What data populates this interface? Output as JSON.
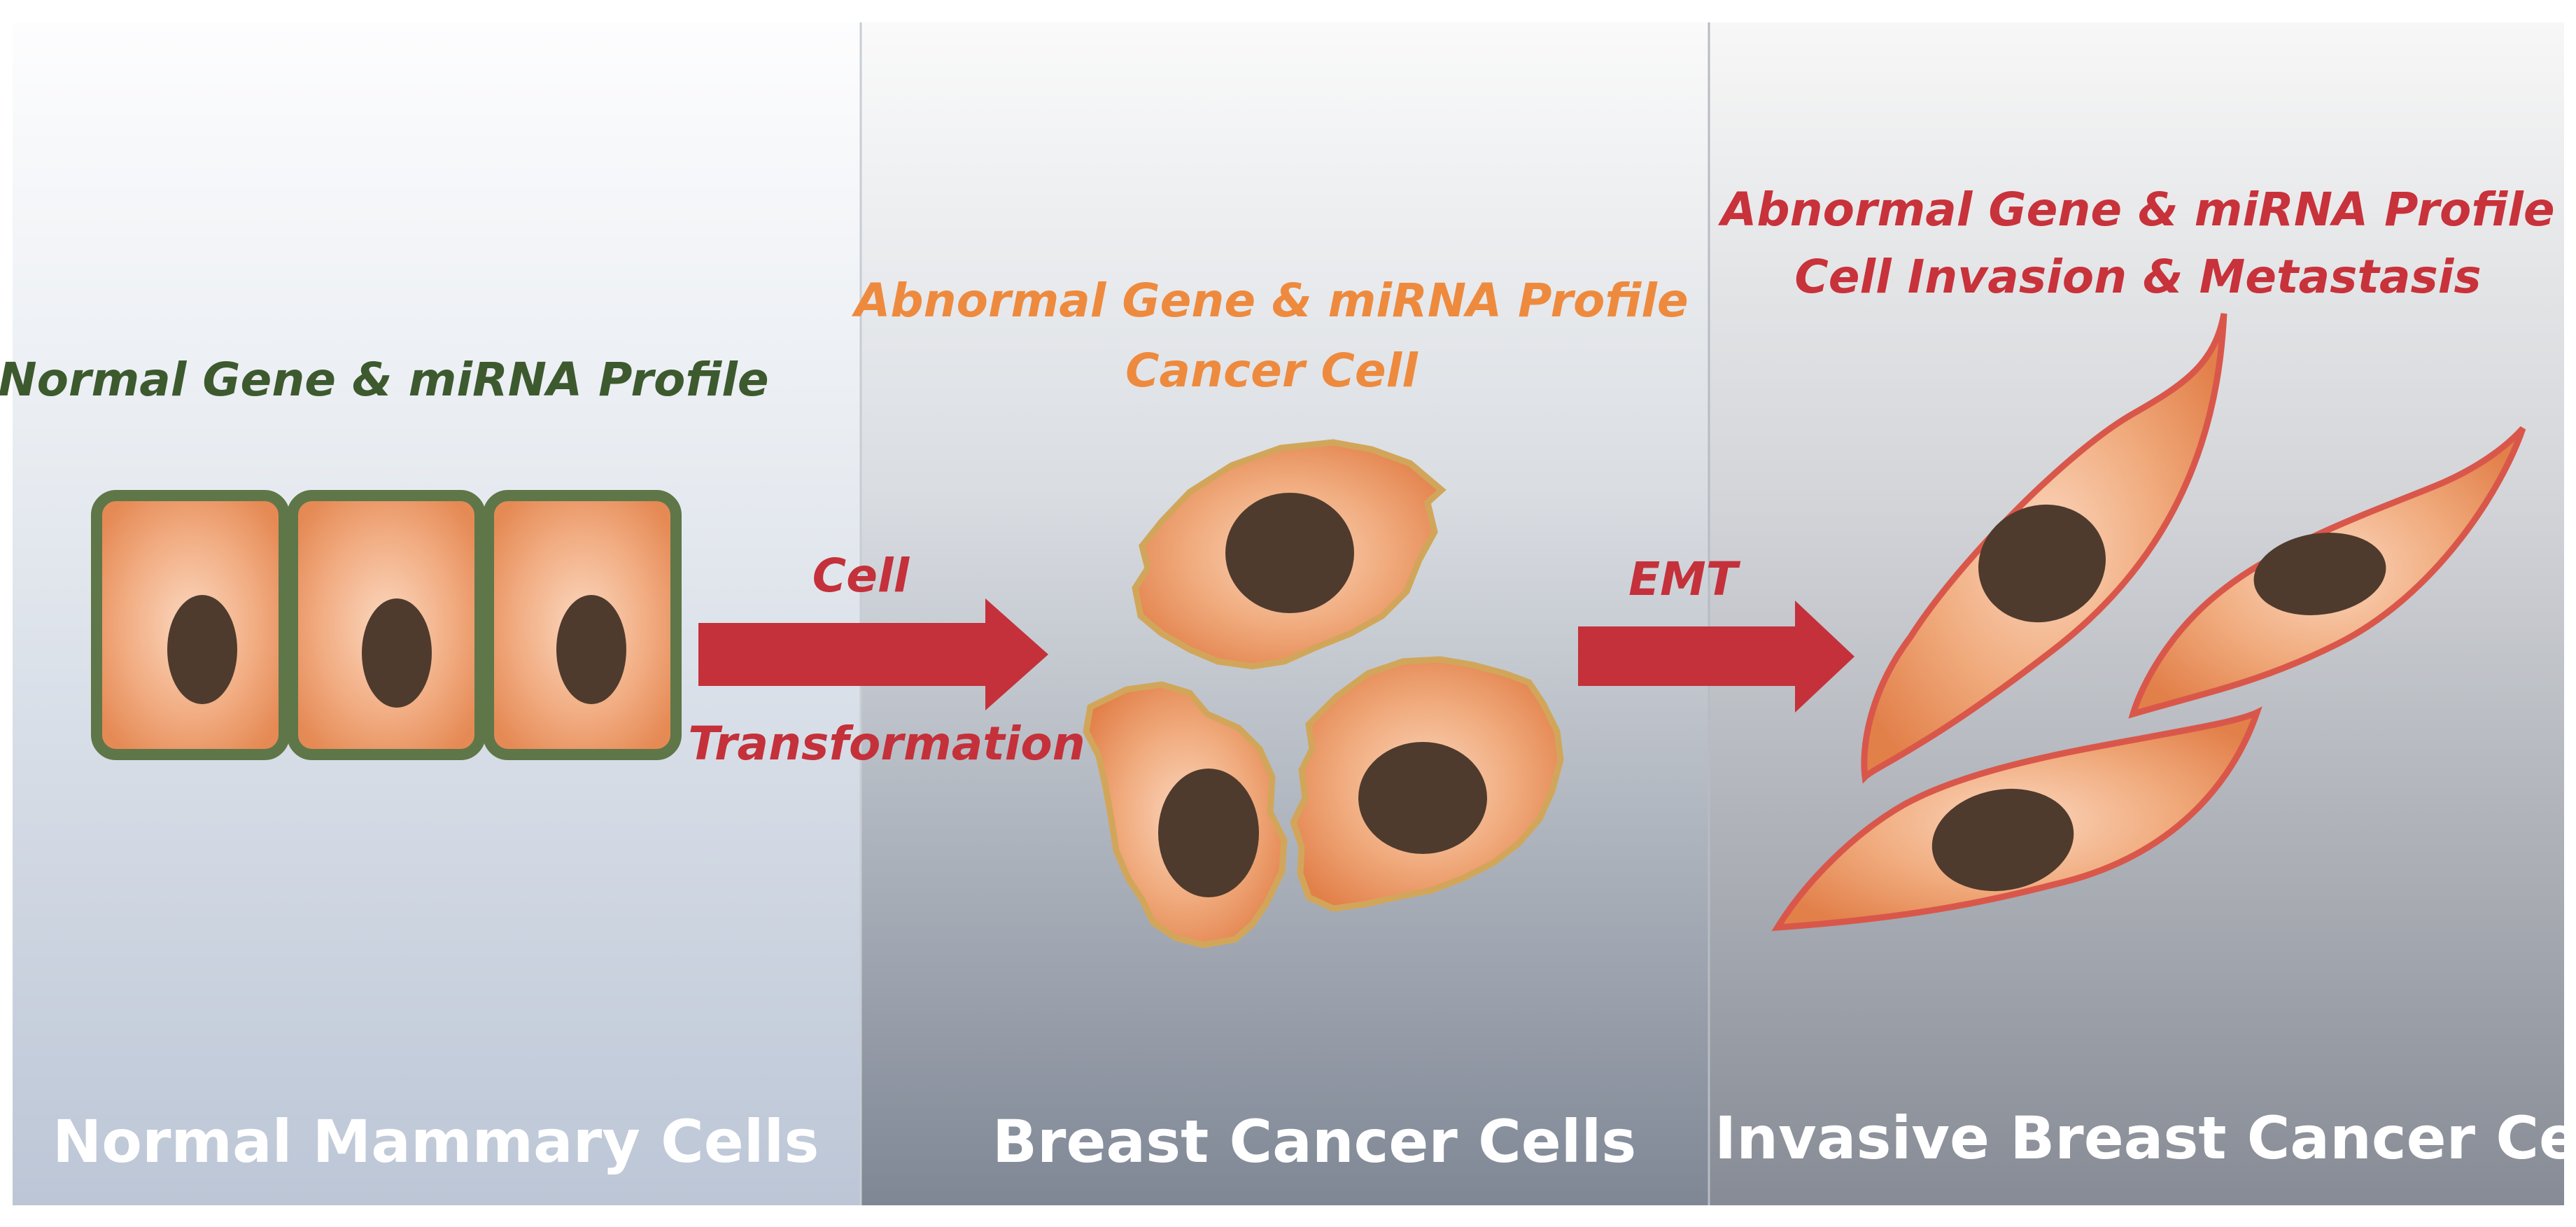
{
  "panels": [
    {
      "caption": "Normal Mammary Cells",
      "profile_lines": [
        "Normal Gene & miRNA Profile"
      ],
      "profile_color": "#3d5a2f"
    },
    {
      "caption": "Breast Cancer Cells",
      "profile_lines": [
        "Abnormal Gene & miRNA Profile",
        "Cancer Cell"
      ],
      "profile_color": "#ee8a3e"
    },
    {
      "caption": "Invasive Breast Cancer Cells",
      "profile_lines": [
        "Abnormal Gene & miRNA Profile",
        "Cell Invasion & Metastasis"
      ],
      "profile_color": "#c8323a"
    }
  ],
  "arrows": [
    {
      "label_top": "Cell",
      "label_bottom": "Transformation"
    },
    {
      "label_top": "EMT"
    }
  ],
  "colors": {
    "arrow": "#c4313a",
    "arrow_label": "#c4313a",
    "nucleus": "#4f3b2d",
    "cell_fill": "#e9935f",
    "normal_cell_border": "#5f7649",
    "cancer_cell_border": "#d2a65a",
    "invasive_cell_border": "#d9574a"
  }
}
